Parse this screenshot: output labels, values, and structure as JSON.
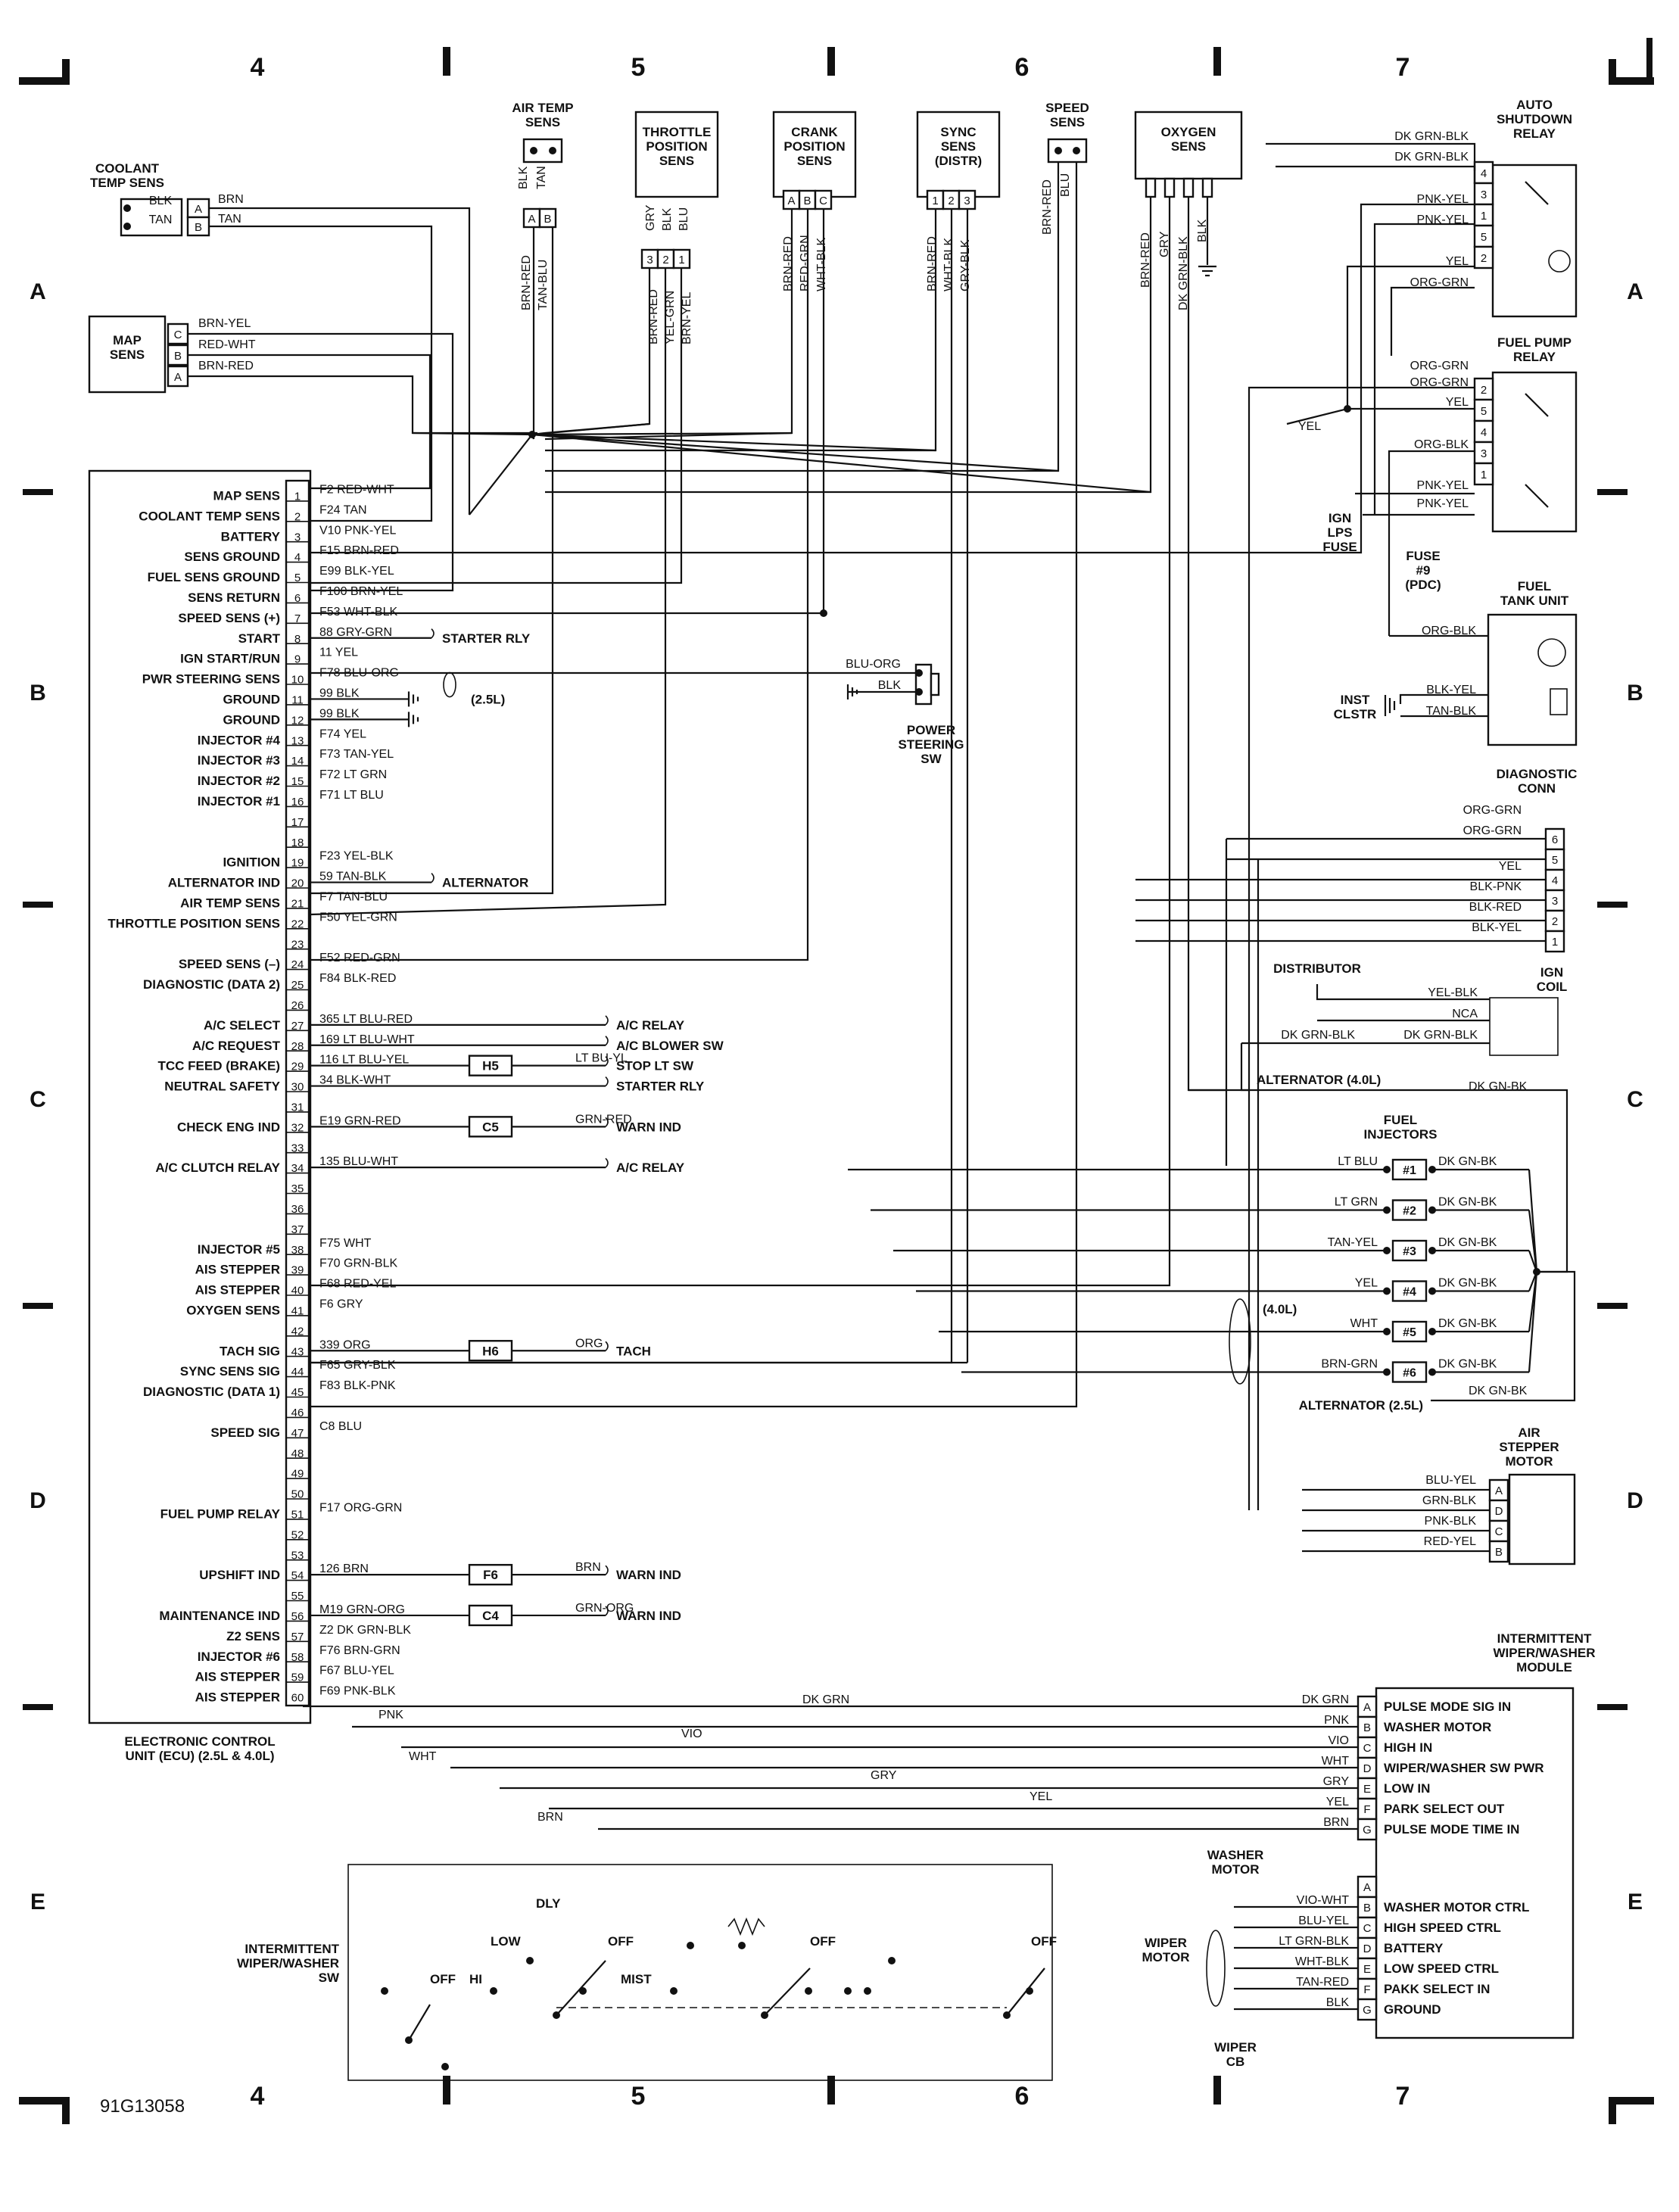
{
  "page": {
    "figure_id": "91G13058"
  },
  "grid": {
    "columns": [
      "4",
      "5",
      "6",
      "7"
    ],
    "rows": [
      "A",
      "B",
      "C",
      "D",
      "E"
    ]
  },
  "sensors": {
    "coolant": {
      "title": "COOLANT\nTEMP SENS",
      "pins": [
        "A",
        "B"
      ],
      "wires": [
        "BLK",
        "TAN"
      ],
      "out_wires": [
        "BRN",
        "TAN"
      ]
    },
    "map": {
      "title": "MAP\nSENS",
      "pins": [
        "C",
        "B",
        "A"
      ],
      "wires": [
        "BRN-YEL",
        "RED-WHT",
        "BRN-RED"
      ]
    },
    "air_temp": {
      "title": "AIR TEMP\nSENS",
      "wires": [
        "BLK",
        "TAN"
      ],
      "pins": [
        "A",
        "B"
      ],
      "out_wires": [
        "BRN-RED",
        "TAN-BLU"
      ]
    },
    "throttle": {
      "title": "THROTTLE\nPOSITION\nSENS",
      "wires": [
        "GRY",
        "BLK",
        "BLU"
      ],
      "pins": [
        "3",
        "2",
        "1"
      ],
      "out_wires": [
        "BRN-RED",
        "YEL-GRN",
        "BRN-YEL"
      ]
    },
    "crank": {
      "title": "CRANK\nPOSITION\nSENS",
      "pins": [
        "A",
        "B",
        "C"
      ],
      "out_wires": [
        "BRN-RED",
        "RED-GRN",
        "WHT-BLK"
      ]
    },
    "sync": {
      "title": "SYNC\nSENS\n(DISTR)",
      "pins": [
        "1",
        "2",
        "3"
      ],
      "out_wires": [
        "BRN-RED",
        "WHT-BLK",
        "GRY-BLK"
      ]
    },
    "speed": {
      "title": "SPEED\nSENS",
      "wires": [
        "BRN-RED",
        "BLU"
      ]
    },
    "oxygen": {
      "title": "OXYGEN\nSENS",
      "wires": [
        "BRN-RED",
        "GRY",
        "DK GRN-BLK",
        "BLK"
      ]
    }
  },
  "ecu": {
    "title": "ELECTRONIC CONTROL\nUNIT (ECU) (2.5L & 4.0L)",
    "pins": [
      {
        "n": "1",
        "label": "MAP SENS",
        "wire": "F2 RED-WHT"
      },
      {
        "n": "2",
        "label": "COOLANT TEMP SENS",
        "wire": "F24 TAN"
      },
      {
        "n": "3",
        "label": "BATTERY",
        "wire": "V10 PNK-YEL"
      },
      {
        "n": "4",
        "label": "SENS GROUND",
        "wire": "F15 BRN-RED"
      },
      {
        "n": "5",
        "label": "FUEL SENS GROUND",
        "wire": "E99 BLK-YEL"
      },
      {
        "n": "6",
        "label": "SENS RETURN",
        "wire": "F100 BRN-YEL"
      },
      {
        "n": "7",
        "label": "SPEED SENS (+)",
        "wire": "F53 WHT-BLK"
      },
      {
        "n": "8",
        "label": "START",
        "wire": "88 GRY-GRN",
        "dest": "STARTER RLY"
      },
      {
        "n": "9",
        "label": "IGN START/RUN",
        "wire": "11 YEL"
      },
      {
        "n": "10",
        "label": "PWR STEERING SENS",
        "wire": "F78 BLU-ORG"
      },
      {
        "n": "11",
        "label": "GROUND",
        "wire": "99 BLK"
      },
      {
        "n": "12",
        "label": "GROUND",
        "wire": "99 BLK"
      },
      {
        "n": "13",
        "label": "INJECTOR #4",
        "wire": "F74 YEL"
      },
      {
        "n": "14",
        "label": "INJECTOR #3",
        "wire": "F73 TAN-YEL"
      },
      {
        "n": "15",
        "label": "INJECTOR #2",
        "wire": "F72 LT GRN"
      },
      {
        "n": "16",
        "label": "INJECTOR #1",
        "wire": "F71 LT BLU"
      },
      {
        "n": "17",
        "label": "",
        "wire": ""
      },
      {
        "n": "18",
        "label": "",
        "wire": ""
      },
      {
        "n": "19",
        "label": "IGNITION",
        "wire": "F23 YEL-BLK"
      },
      {
        "n": "20",
        "label": "ALTERNATOR IND",
        "wire": "59 TAN-BLK",
        "dest": "ALTERNATOR"
      },
      {
        "n": "21",
        "label": "AIR TEMP SENS",
        "wire": "F7 TAN-BLU"
      },
      {
        "n": "22",
        "label": "THROTTLE POSITION SENS",
        "wire": "F50 YEL-GRN"
      },
      {
        "n": "23",
        "label": "",
        "wire": ""
      },
      {
        "n": "24",
        "label": "SPEED SENS (–)",
        "wire": "F52 RED-GRN"
      },
      {
        "n": "25",
        "label": "DIAGNOSTIC (DATA 2)",
        "wire": "F84 BLK-RED"
      },
      {
        "n": "26",
        "label": "",
        "wire": ""
      },
      {
        "n": "27",
        "label": "A/C SELECT",
        "wire": "365 LT BLU-RED",
        "dest": "A/C RELAY"
      },
      {
        "n": "28",
        "label": "A/C REQUEST",
        "wire": "169 LT BLU-WHT",
        "dest": "A/C BLOWER SW"
      },
      {
        "n": "29",
        "label": "TCC FEED (BRAKE)",
        "wire": "116 LT BLU-YEL",
        "splice": "H5",
        "wire2": "LT BU-YL",
        "dest": "STOP LT SW"
      },
      {
        "n": "30",
        "label": "NEUTRAL SAFETY",
        "wire": "34 BLK-WHT",
        "dest": "STARTER RLY"
      },
      {
        "n": "31",
        "label": "",
        "wire": ""
      },
      {
        "n": "32",
        "label": "CHECK ENG IND",
        "wire": "E19 GRN-RED",
        "splice": "C5",
        "wire2": "GRN-RED",
        "dest": "WARN IND"
      },
      {
        "n": "33",
        "label": "",
        "wire": ""
      },
      {
        "n": "34",
        "label": "A/C CLUTCH RELAY",
        "wire": "135 BLU-WHT",
        "dest": "A/C RELAY"
      },
      {
        "n": "35",
        "label": "",
        "wire": ""
      },
      {
        "n": "36",
        "label": "",
        "wire": ""
      },
      {
        "n": "37",
        "label": "",
        "wire": ""
      },
      {
        "n": "38",
        "label": "INJECTOR #5",
        "wire": "F75 WHT"
      },
      {
        "n": "39",
        "label": "AIS STEPPER",
        "wire": "F70 GRN-BLK"
      },
      {
        "n": "40",
        "label": "AIS STEPPER",
        "wire": "F68 RED-YEL"
      },
      {
        "n": "41",
        "label": "OXYGEN SENS",
        "wire": "F6 GRY"
      },
      {
        "n": "42",
        "label": "",
        "wire": ""
      },
      {
        "n": "43",
        "label": "TACH SIG",
        "wire": "339 ORG",
        "splice": "H6",
        "wire2": "ORG",
        "dest": "TACH"
      },
      {
        "n": "44",
        "label": "SYNC SENS SIG",
        "wire": "F65 GRY-BLK"
      },
      {
        "n": "45",
        "label": "DIAGNOSTIC (DATA 1)",
        "wire": "F83 BLK-PNK"
      },
      {
        "n": "46",
        "label": "",
        "wire": ""
      },
      {
        "n": "47",
        "label": "SPEED SIG",
        "wire": "C8 BLU"
      },
      {
        "n": "48",
        "label": "",
        "wire": ""
      },
      {
        "n": "49",
        "label": "",
        "wire": ""
      },
      {
        "n": "50",
        "label": "",
        "wire": ""
      },
      {
        "n": "51",
        "label": "FUEL PUMP RELAY",
        "wire": "F17 ORG-GRN"
      },
      {
        "n": "52",
        "label": "",
        "wire": ""
      },
      {
        "n": "53",
        "label": "",
        "wire": ""
      },
      {
        "n": "54",
        "label": "UPSHIFT IND",
        "wire": "126 BRN",
        "splice": "F6",
        "wire2": "BRN",
        "dest": "WARN IND"
      },
      {
        "n": "55",
        "label": "",
        "wire": ""
      },
      {
        "n": "56",
        "label": "MAINTENANCE IND",
        "wire": "M19 GRN-ORG",
        "splice": "C4",
        "wire2": "GRN-ORG",
        "dest": "WARN IND"
      },
      {
        "n": "57",
        "label": "Z2 SENS",
        "wire": "Z2 DK GRN-BLK"
      },
      {
        "n": "58",
        "label": "INJECTOR #6",
        "wire": "F76 BRN-GRN"
      },
      {
        "n": "59",
        "label": "AIS STEPPER",
        "wire": "F67 BLU-YEL"
      },
      {
        "n": "60",
        "label": "AIS STEPPER",
        "wire": "F69 PNK-BLK"
      }
    ],
    "ground_note": "(2.5L)"
  },
  "power_steering": {
    "title": "POWER\nSTEERING\nSW",
    "wires": [
      "BLU-ORG",
      "BLK"
    ]
  },
  "auto_shutdown": {
    "title": "AUTO\nSHUTDOWN\nRELAY",
    "pins": [
      "4",
      "3",
      "1",
      "5",
      "2"
    ],
    "wires": [
      "DK GRN-BLK",
      "DK GRN-BLK",
      "PNK-YEL",
      "PNK-YEL",
      "YEL",
      "ORG-GRN"
    ]
  },
  "fuel_pump_relay": {
    "title": "FUEL PUMP\nRELAY",
    "pins": [
      "2",
      "5",
      "4",
      "3",
      "1"
    ],
    "wires": [
      "ORG-GRN",
      "ORG-GRN",
      "YEL",
      "ORG-BLK",
      "PNK-YEL",
      "PNK-YEL"
    ],
    "yel_label": "YEL"
  },
  "ign_lps_fuse": "IGN\nLPS\nFUSE",
  "fuse9": "FUSE\n#9\n(PDC)",
  "fuel_tank": {
    "title": "FUEL\nTANK UNIT",
    "wires": [
      "ORG-BLK",
      "BLK-YEL",
      "TAN-BLK"
    ],
    "inst": "INST\nCLSTR"
  },
  "diag_conn": {
    "title": "DIAGNOSTIC\nCONN",
    "pins": [
      "6",
      "5",
      "4",
      "3",
      "2",
      "1"
    ],
    "wires": [
      "ORG-GRN",
      "ORG-GRN",
      "YEL",
      "BLK-PNK",
      "BLK-RED",
      "BLK-YEL"
    ]
  },
  "distributor": "DISTRIBUTOR",
  "ign_coil": {
    "title": "IGN\nCOIL",
    "wires": [
      "YEL-BLK",
      "NCA",
      "DK GRN-BLK",
      "DK GRN-BLK"
    ]
  },
  "alternator_40": "ALTERNATOR (4.0L)",
  "alternator_25": "ALTERNATOR (2.5L)",
  "injectors": {
    "title": "FUEL\nINJECTORS",
    "header_wire": "DK GN-BK",
    "items": [
      {
        "id": "#1",
        "in": "LT BLU",
        "out": "DK GN-BK"
      },
      {
        "id": "#2",
        "in": "LT GRN",
        "out": "DK GN-BK"
      },
      {
        "id": "#3",
        "in": "TAN-YEL",
        "out": "DK GN-BK"
      },
      {
        "id": "#4",
        "in": "YEL",
        "out": "DK GN-BK"
      },
      {
        "id": "#5",
        "in": "WHT",
        "out": "DK GN-BK"
      },
      {
        "id": "#6",
        "in": "BRN-GRN",
        "out": "DK GN-BK"
      }
    ],
    "note": "(4.0L)",
    "alt_wire": "DK GN-BK"
  },
  "air_stepper": {
    "title": "AIR\nSTEPPER\nMOTOR",
    "pins": [
      "A",
      "D",
      "C",
      "B"
    ],
    "wires": [
      "BLU-YEL",
      "GRN-BLK",
      "PNK-BLK",
      "RED-YEL"
    ]
  },
  "wiper_module": {
    "title": "INTERMITTENT\nWIPER/WASHER\nMODULE",
    "pins_top": [
      {
        "pin": "A",
        "wire": "DK GRN",
        "label": "PULSE MODE SIG IN"
      },
      {
        "pin": "B",
        "wire": "PNK",
        "label": "WASHER MOTOR"
      },
      {
        "pin": "C",
        "wire": "VIO",
        "label": "HIGH IN"
      },
      {
        "pin": "D",
        "wire": "WHT",
        "label": "WIPER/WASHER SW PWR"
      },
      {
        "pin": "E",
        "wire": "GRY",
        "label": "LOW IN"
      },
      {
        "pin": "F",
        "wire": "YEL",
        "label": "PARK SELECT OUT"
      },
      {
        "pin": "G",
        "wire": "BRN",
        "label": "PULSE MODE TIME IN"
      }
    ],
    "pins_bottom": [
      {
        "pin": "A",
        "wire": "",
        "label": ""
      },
      {
        "pin": "B",
        "wire": "VIO-WHT",
        "label": "WASHER MOTOR CTRL"
      },
      {
        "pin": "C",
        "wire": "BLU-YEL",
        "label": "HIGH SPEED CTRL"
      },
      {
        "pin": "D",
        "wire": "LT GRN-BLK",
        "label": "BATTERY"
      },
      {
        "pin": "E",
        "wire": "WHT-BLK",
        "label": "LOW SPEED CTRL"
      },
      {
        "pin": "F",
        "wire": "TAN-RED",
        "label": "PAKK SELECT IN"
      },
      {
        "pin": "G",
        "wire": "BLK",
        "label": "GROUND"
      }
    ],
    "washer_motor": "WASHER\nMOTOR",
    "wiper_motor": "WIPER\nMOTOR",
    "wiper_cb": "WIPER\nCB"
  },
  "wiper_switch": {
    "title": "INTERMITTENT\nWIPER/WASHER\nSW",
    "labels": [
      "OFF",
      "HI",
      "LOW",
      "DLY",
      "OFF",
      "MIST",
      "OFF",
      "OFF"
    ],
    "wires": [
      "PNK",
      "WHT",
      "DK GRN",
      "VIO",
      "GRY",
      "YEL",
      "BRN"
    ]
  }
}
